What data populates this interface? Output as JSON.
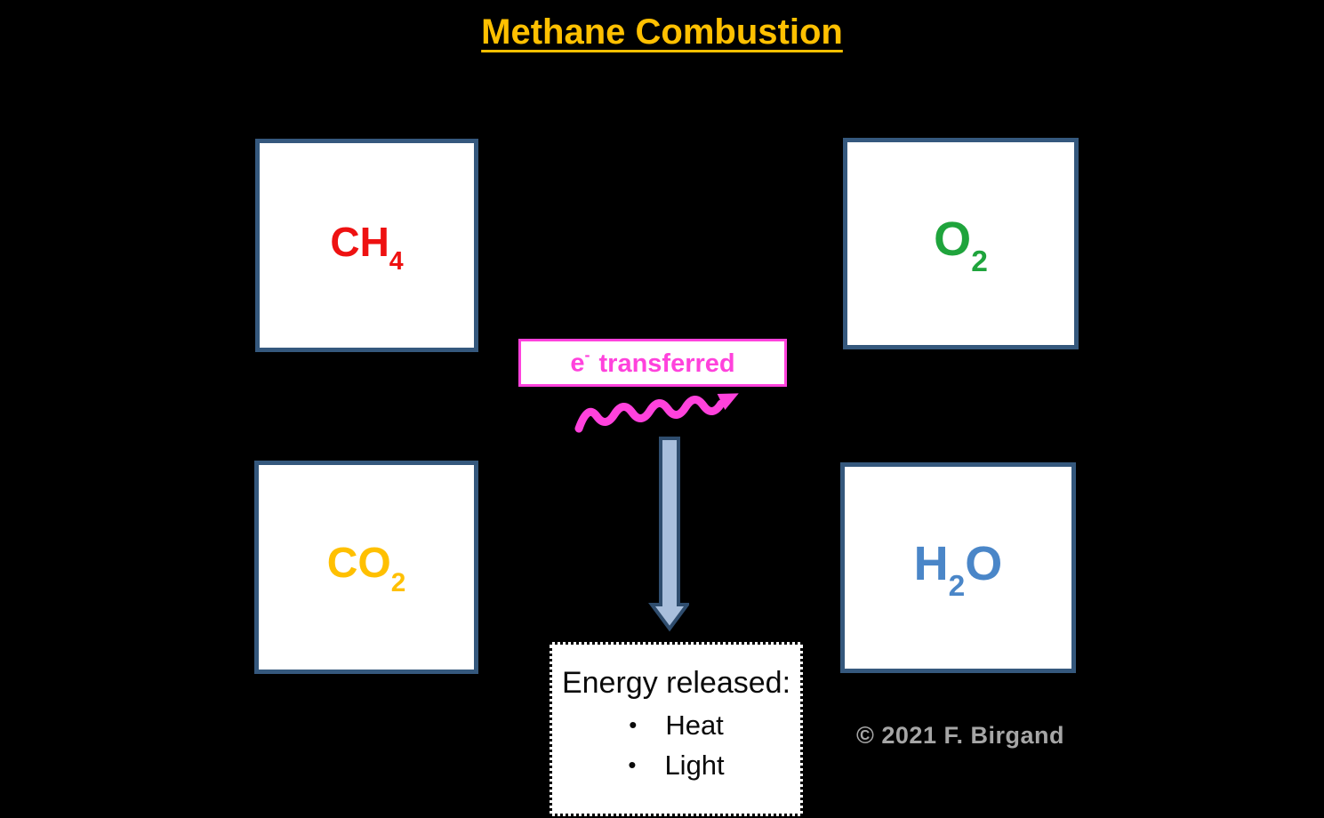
{
  "title": {
    "text": "Methane Combustion"
  },
  "boxes": {
    "ch4": {
      "main": "CH",
      "sub": "4",
      "tail": ""
    },
    "o2": {
      "main": "O",
      "sub": "2",
      "tail": ""
    },
    "co2": {
      "main": "CO",
      "sub": "2",
      "tail": ""
    },
    "h2o": {
      "main": "H",
      "sub": "2",
      "tail": "O"
    }
  },
  "electron_label": {
    "base": "e",
    "sup": "-",
    "text": "transferred"
  },
  "energy_box": {
    "heading": "Energy released:",
    "bullet": "•",
    "items": [
      "Heat",
      "Light"
    ]
  },
  "copyright": "© 2021 F. Birgand",
  "colors": {
    "background": "#000000",
    "title_gold": "#FFC000",
    "box_border_blue": "#35587D",
    "ch4_red": "#EE1111",
    "o2_green": "#1FA43C",
    "co2_gold": "#FFC000",
    "h2o_blue": "#4A86C8",
    "electron_magenta": "#FF42DC",
    "arrow_fill": "#A9BFDC",
    "arrow_outline": "#2F4D6E",
    "copyright_gray": "#A6A6A6"
  }
}
